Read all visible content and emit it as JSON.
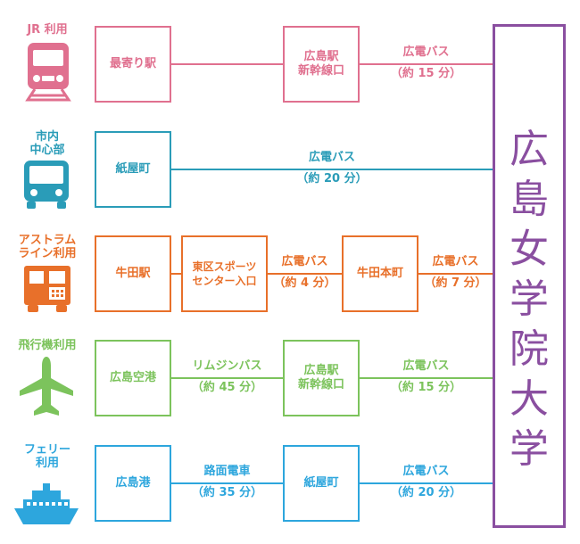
{
  "colors": {
    "jr": "#e0708f",
    "city": "#2a9cb8",
    "astram": "#e8702a",
    "air": "#7cc35c",
    "ferry": "#2da6dd",
    "dest": "#8a4fa0"
  },
  "destination": {
    "chars": [
      "広",
      "島",
      "女",
      "学",
      "院",
      "大",
      "学"
    ]
  },
  "routes": {
    "jr": {
      "mode": "JR 利用",
      "icon": "train-icon",
      "stations": [
        "最寄り駅",
        "広島駅\n新幹線口"
      ],
      "edges": [
        "",
        "広電バス\n（約 15 分）"
      ]
    },
    "city": {
      "mode": "市内\n中心部",
      "icon": "bus-icon",
      "stations": [
        "紙屋町"
      ],
      "edges": [
        "広電バス\n（約 20 分）"
      ]
    },
    "astram": {
      "mode": "アストラム\nライン利用",
      "icon": "astram-icon",
      "stations": [
        "牛田駅",
        "東区スポーツ\nセンター入口",
        "牛田本町"
      ],
      "edges": [
        "",
        "広電バス\n（約 4 分）",
        "広電バス\n（約 7 分）"
      ]
    },
    "air": {
      "mode": "飛行機利用",
      "icon": "airplane-icon",
      "stations": [
        "広島空港",
        "広島駅\n新幹線口"
      ],
      "edges": [
        "リムジンバス\n（約 45 分）",
        "広電バス\n（約 15 分）"
      ]
    },
    "ferry": {
      "mode": "フェリー\n利用",
      "icon": "ship-icon",
      "stations": [
        "広島港",
        "紙屋町"
      ],
      "edges": [
        "路面電車\n（約 35 分）",
        "広電バス\n（約 20 分）"
      ]
    }
  }
}
